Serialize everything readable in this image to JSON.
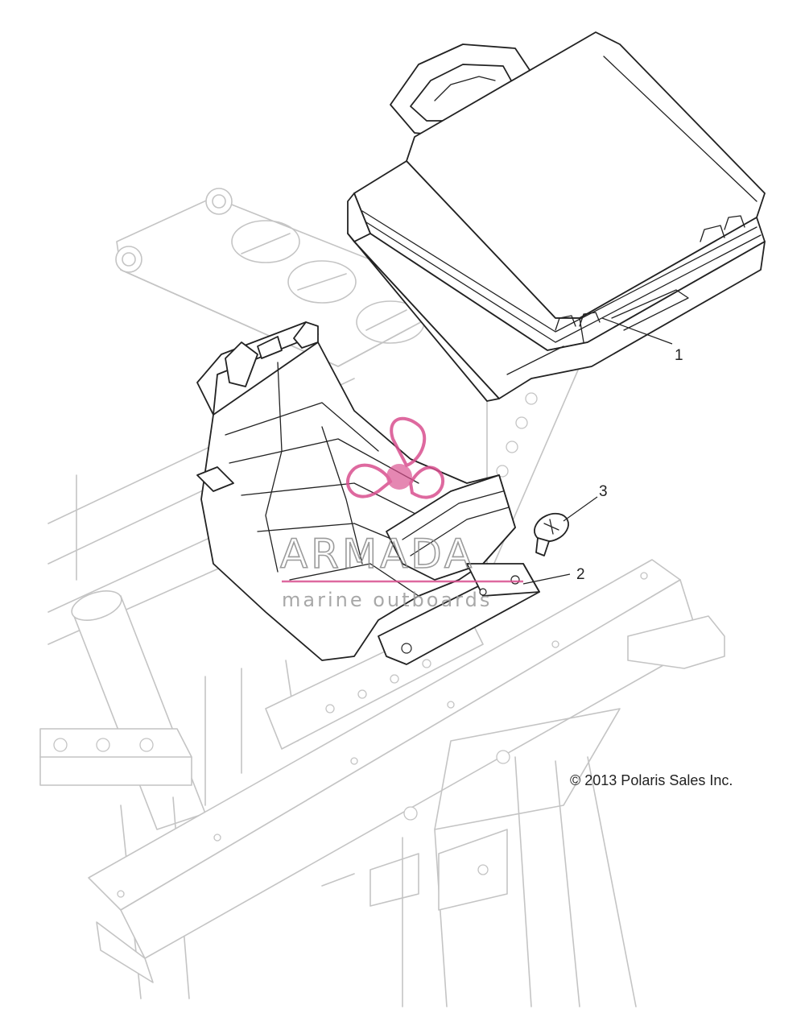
{
  "callouts": [
    {
      "label": "1"
    },
    {
      "label": "2"
    },
    {
      "label": "3"
    }
  ],
  "copyright": "© 2013 Polaris Sales Inc.",
  "watermark": {
    "title": "ARMADA",
    "subtitle": "marine outboards",
    "logo_color": "#d94f8f"
  },
  "colors": {
    "part_stroke": "#222222",
    "frame_stroke": "#c4c4c4",
    "background": "#ffffff"
  }
}
